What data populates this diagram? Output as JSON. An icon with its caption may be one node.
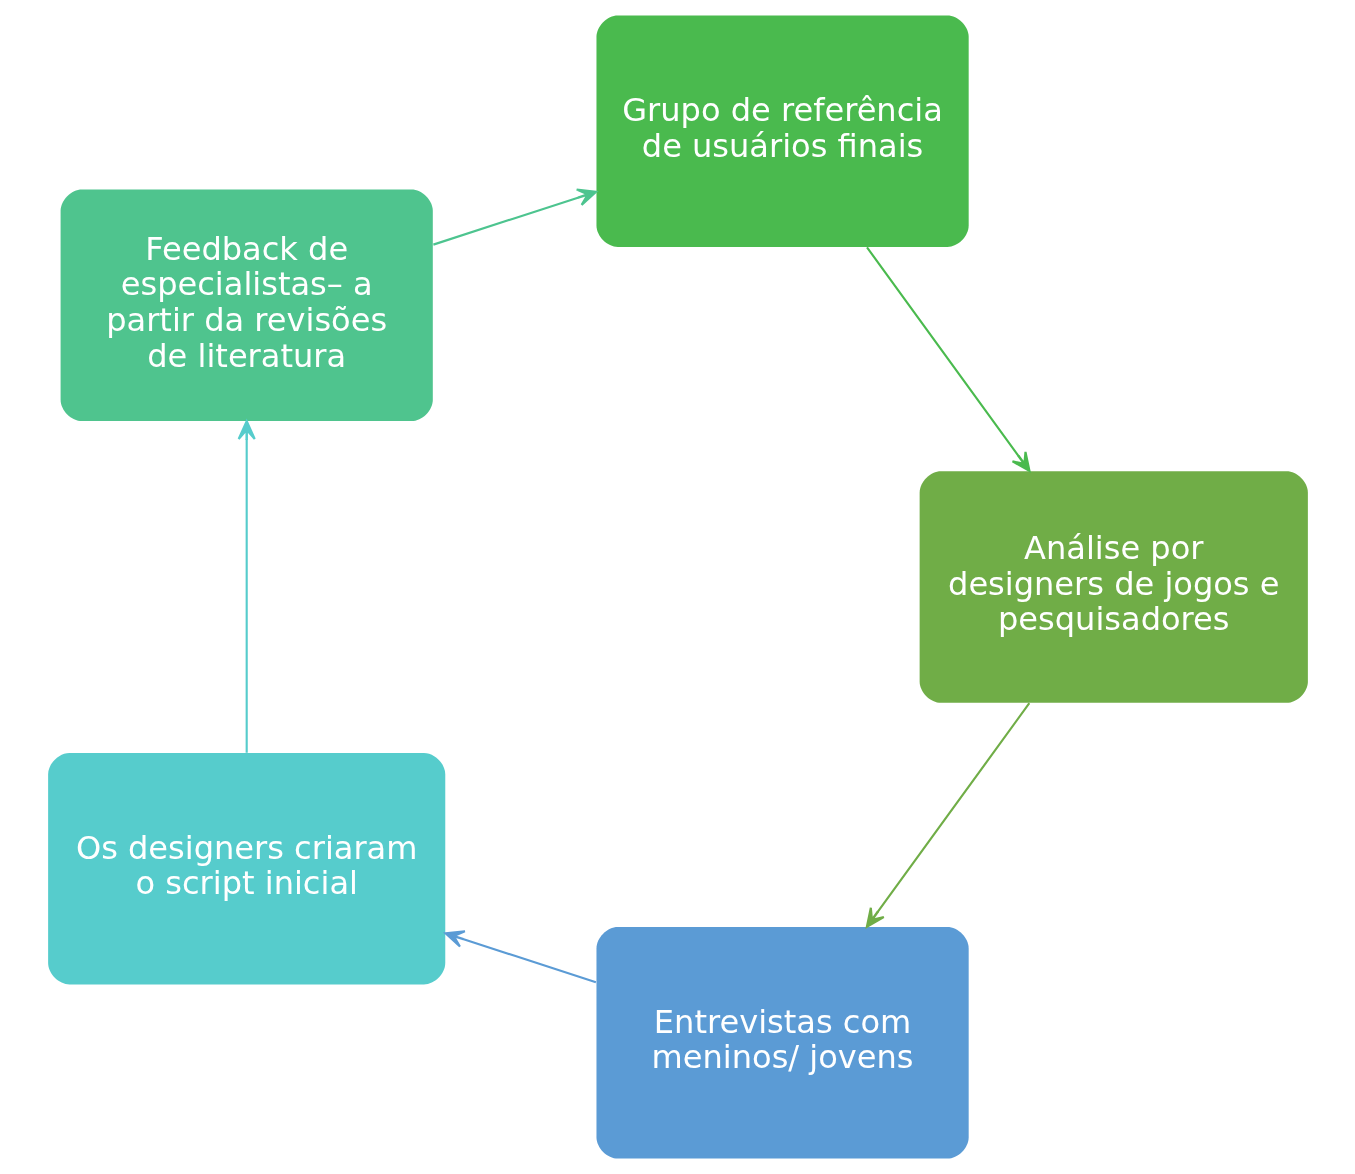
{
  "diagram": {
    "nodes": [
      {
        "text": [
          "Entrevistas com meninos/ jovens"
        ]
      },
      {
        "text": [
          "Os designers criaram o script inicial"
        ]
      },
      {
        "text": [
          "Feedback de especialistas– a partir da revisões de literatura"
        ]
      },
      {
        "text": [
          "Grupo de referência de usuários finais"
        ]
      },
      {
        "text": [
          "Análise por designers de jogos e pesquisadores"
        ]
      }
    ],
    "edges": [
      {
        "from": 0,
        "to": 1,
        "arrow": "to",
        "color": "#5b9bd5"
      },
      {
        "from": 1,
        "to": 2,
        "arrow": "to",
        "color": "#56cccc"
      },
      {
        "from": 2,
        "to": 3,
        "arrow": "to",
        "color": "#4dc48f"
      },
      {
        "from": 3,
        "to": 4,
        "arrow": "to",
        "color": "#4aba4e"
      },
      {
        "from": 4,
        "to": 0,
        "arrow": "to",
        "color": "#70ad47"
      }
    ]
  }
}
